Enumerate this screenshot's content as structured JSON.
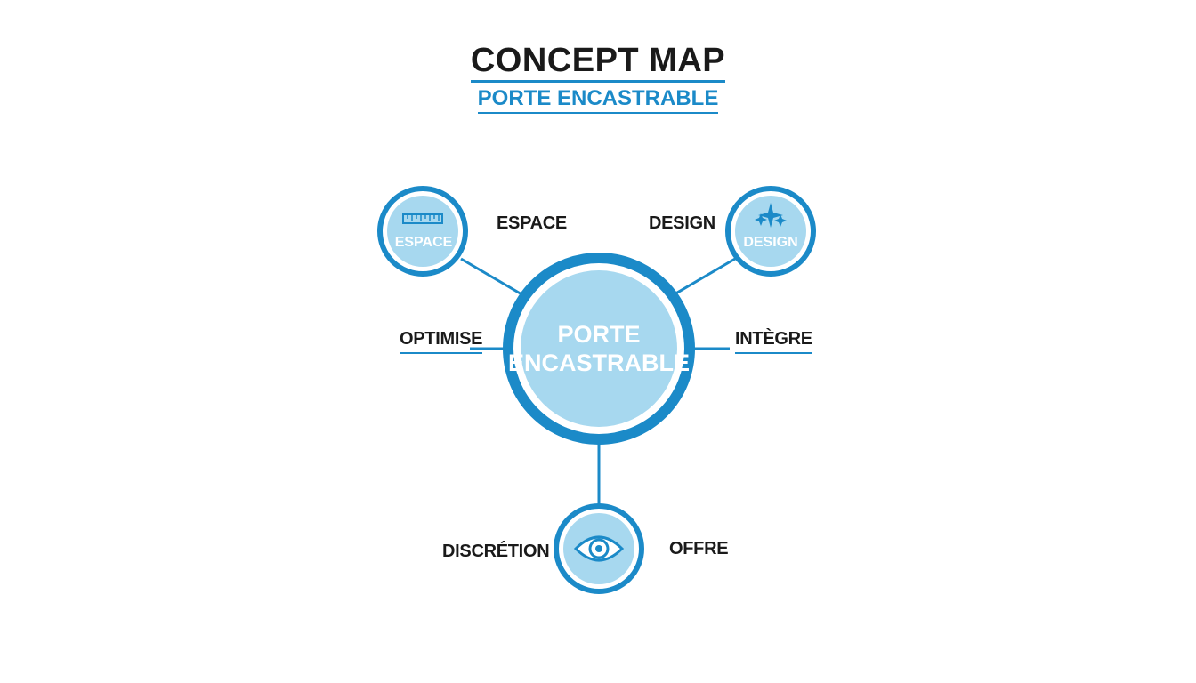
{
  "header": {
    "title": "CONCEPT MAP",
    "subtitle": "PORTE ENCASTRABLE"
  },
  "colors": {
    "accent": "#1b8ac8",
    "node_fill": "#a7d8ef",
    "text_dark": "#1a1a1a",
    "node_text": "#ffffff"
  },
  "center": {
    "line1": "PORTE",
    "line2": "ENCASTRABLE"
  },
  "nodes": {
    "espace": {
      "label": "ESPACE",
      "icon": "ruler-icon"
    },
    "design": {
      "label": "DESIGN",
      "icon": "sparkle-icon"
    },
    "bottom": {
      "icon": "eye-icon"
    }
  },
  "labels": {
    "espace": "ESPACE",
    "design": "DESIGN",
    "optimise": "OPTIMISE",
    "integre": "INTÈGRE",
    "discretion": "DISCRÉTION",
    "offre": "OFFRE"
  }
}
